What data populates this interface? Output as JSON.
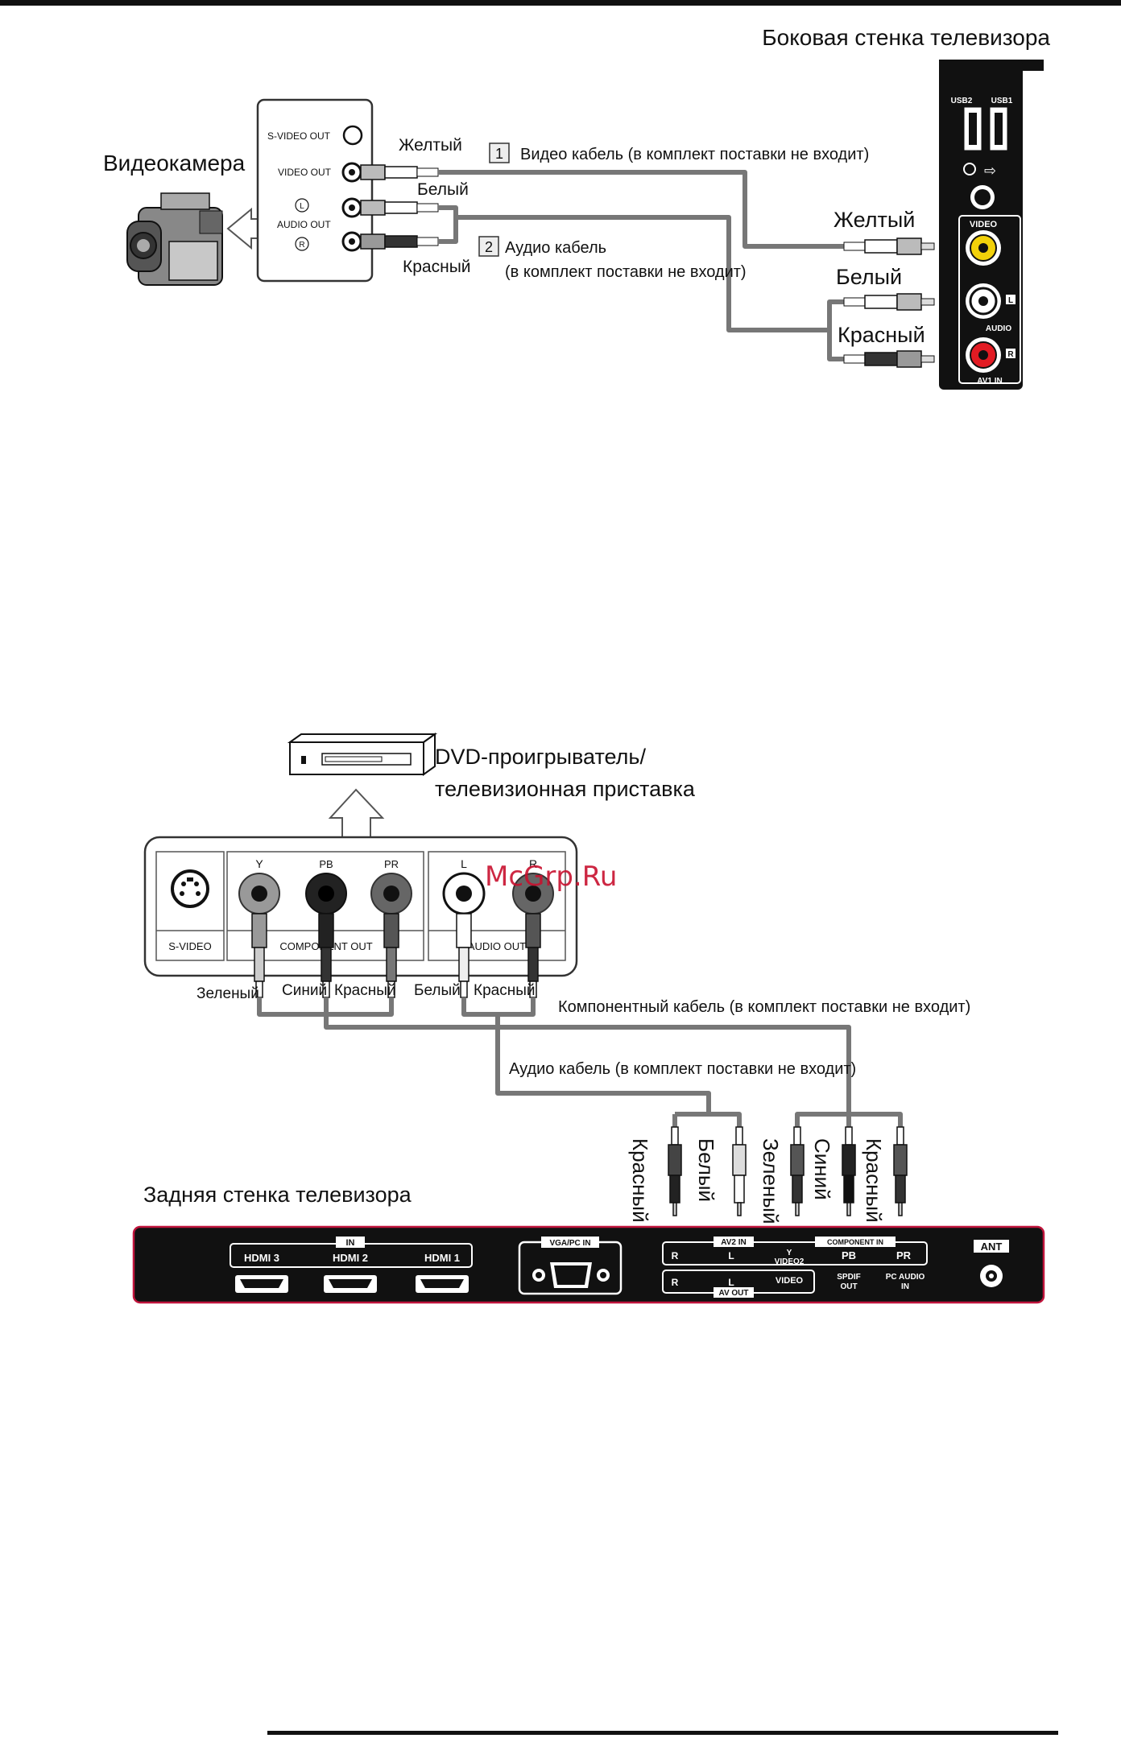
{
  "diagram1": {
    "tv_side_title": "Боковая стенка телевизора",
    "camcorder_label": "Видеокамера",
    "camcorder_ports": {
      "svideo_out": "S-VIDEO OUT",
      "video_out": "VIDEO OUT",
      "audio_l": "L",
      "audio_out": "AUDIO OUT",
      "audio_r": "R"
    },
    "left_colors": {
      "yellow": "Желтый",
      "white": "Белый",
      "red": "Красный"
    },
    "cable1_num": "1",
    "cable1_label": "Видео кабель (в комплект поставки не входит)",
    "cable2_num": "2",
    "cable2_line1": "Аудио кабель",
    "cable2_line2": "(в комплект поставки не входит)",
    "right_colors": {
      "yellow": "Желтый",
      "white": "Белый",
      "red": "Красный"
    },
    "tv_side_ports": {
      "usb2": "USB2",
      "usb1": "USB1",
      "video": "VIDEO",
      "audio_l": "L",
      "audio": "AUDIO",
      "audio_r": "R",
      "av1_in": "AV1 IN"
    }
  },
  "diagram2": {
    "dvd_line1": "DVD-проигрыватель/",
    "dvd_line2": "телевизионная приставка",
    "panel_ports": {
      "y": "Y",
      "pb": "PB",
      "pr": "PR",
      "l": "L",
      "r": "R",
      "svideo": "S-VIDEO",
      "component_out": "COMPONENT OUT",
      "audio_out": "AUDIO OUT"
    },
    "plug_labels": {
      "green": "Зеленый",
      "blue": "Синий",
      "red": "Красный",
      "white": "Белый",
      "red2": "Красный"
    },
    "component_cable": "Компонентный кабель (в комплект поставки не входит)",
    "audio_cable": "Аудио кабель (в комплект поставки не входит)",
    "vertical_labels": [
      "Красный",
      "Белый",
      "Зеленый",
      "Синий",
      "Красный"
    ],
    "tv_back_title": "Задняя стенка телевизора",
    "tv_back_ports": {
      "in": "IN",
      "hdmi3": "HDMI 3",
      "hdmi2": "HDMI 2",
      "hdmi1": "HDMI 1",
      "vga": "VGA/PC IN",
      "av2_in": "AV2 IN",
      "r_top": "R",
      "l_top": "L",
      "y": "Y",
      "video2": "VIDEO2",
      "component_in": "COMPONENT IN",
      "pb": "PB",
      "pr": "PR",
      "r_bot": "R",
      "l_bot": "L",
      "video": "VIDEO",
      "av_out": "AV OUT",
      "spdif1": "SPDIF",
      "spdif2": "OUT",
      "pcaudio1": "PC AUDIO",
      "pcaudio2": "IN",
      "ant": "ANT"
    }
  },
  "watermark": "McGrp.Ru"
}
